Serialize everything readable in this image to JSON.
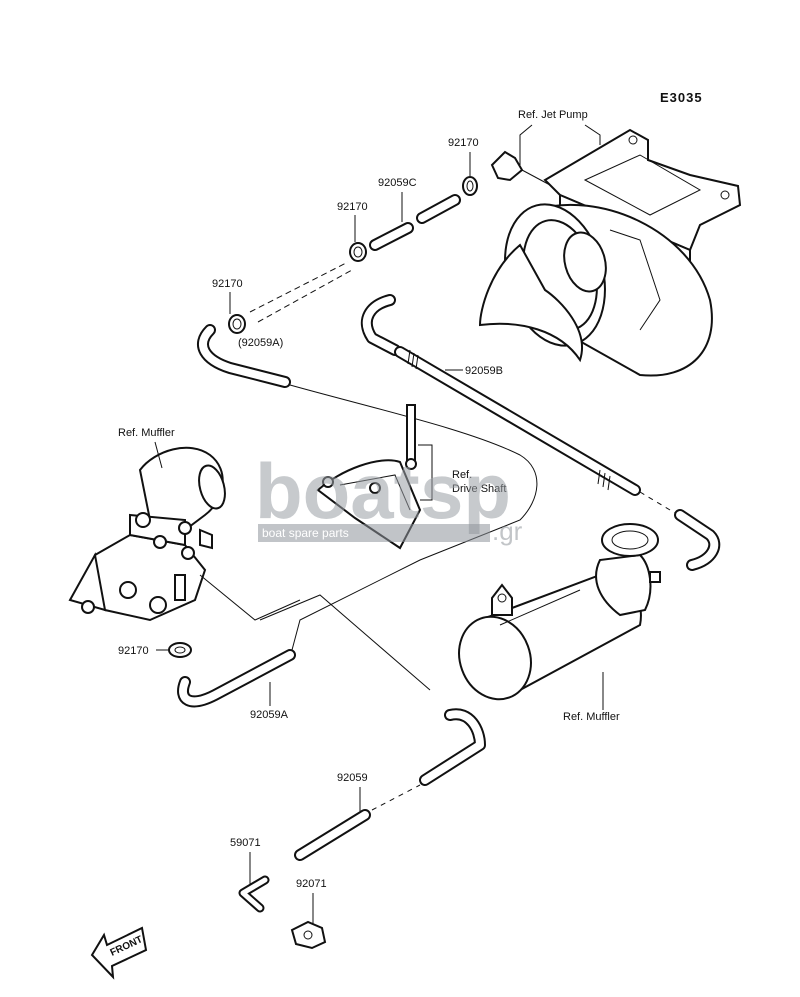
{
  "diagram_code": "E3035",
  "labels": {
    "ref_jet_pump": "Ref. Jet Pump",
    "ref_muffler_left": "Ref. Muffler",
    "ref_muffler_right": "Ref. Muffler",
    "ref_drive_shaft_1": "Ref.",
    "ref_drive_shaft_2": "Drive Shaft",
    "p92170_a": "92170",
    "p92170_b": "92170",
    "p92170_c": "92170",
    "p92170_d": "92170",
    "p92059C": "92059C",
    "p92059A_paren": "(92059A)",
    "p92059B": "92059B",
    "p92059A": "92059A",
    "p92059": "92059",
    "p59071": "59071",
    "p92071": "92071"
  },
  "front_arrow_text": "FRONT",
  "watermark": {
    "brand_left": "boat",
    "brand_right": "sp",
    "tld": ".gr",
    "tagline": "boat spare parts"
  }
}
